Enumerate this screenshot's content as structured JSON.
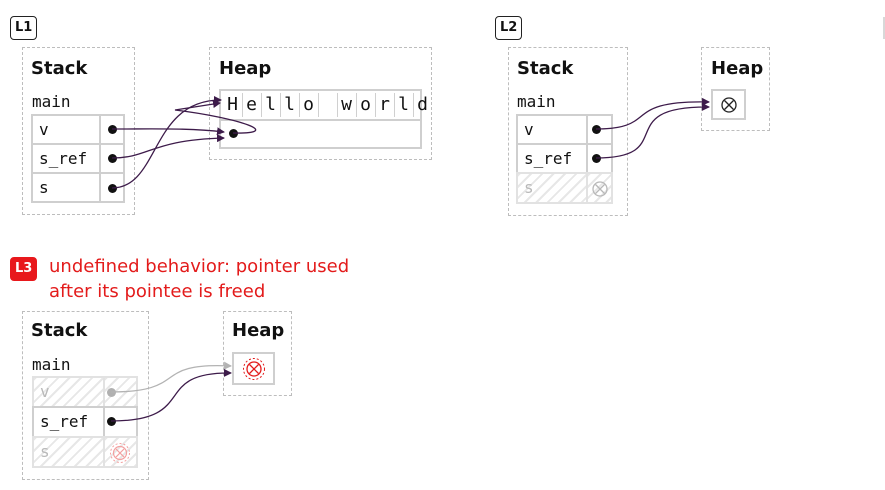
{
  "colors": {
    "arrow": "#3d1b4a",
    "arrow_faded": "#b3b3b3",
    "error": "#e31b1b",
    "cell_border": "#cfcfcf",
    "frame_border": "#bdbdbd"
  },
  "panels": [
    {
      "badge": "L1",
      "stack": {
        "title": "Stack",
        "frame": "main",
        "vars": [
          {
            "name": "v",
            "value": "pointer"
          },
          {
            "name": "s_ref",
            "value": "pointer"
          },
          {
            "name": "s",
            "value": "pointer"
          }
        ]
      },
      "heap": {
        "title": "Heap",
        "string": "Hello world",
        "second_cell": "pointer"
      }
    },
    {
      "badge": "L2",
      "stack": {
        "title": "Stack",
        "frame": "main",
        "vars": [
          {
            "name": "v",
            "value": "pointer"
          },
          {
            "name": "s_ref",
            "value": "pointer"
          },
          {
            "name": "s",
            "value": "freed-icon",
            "faded": true
          }
        ]
      },
      "heap": {
        "title": "Heap",
        "cell": "freed-icon"
      }
    },
    {
      "badge": "L3",
      "error_lines": [
        "undefined behavior: pointer used",
        "after its pointee is freed"
      ],
      "stack": {
        "title": "Stack",
        "frame": "main",
        "vars": [
          {
            "name": "v",
            "value": "pointer",
            "faded": true
          },
          {
            "name": "s_ref",
            "value": "pointer"
          },
          {
            "name": "s",
            "value": "freed-icon",
            "faded": true
          }
        ]
      },
      "heap": {
        "title": "Heap",
        "cell": "freed-icon-error"
      }
    }
  ]
}
